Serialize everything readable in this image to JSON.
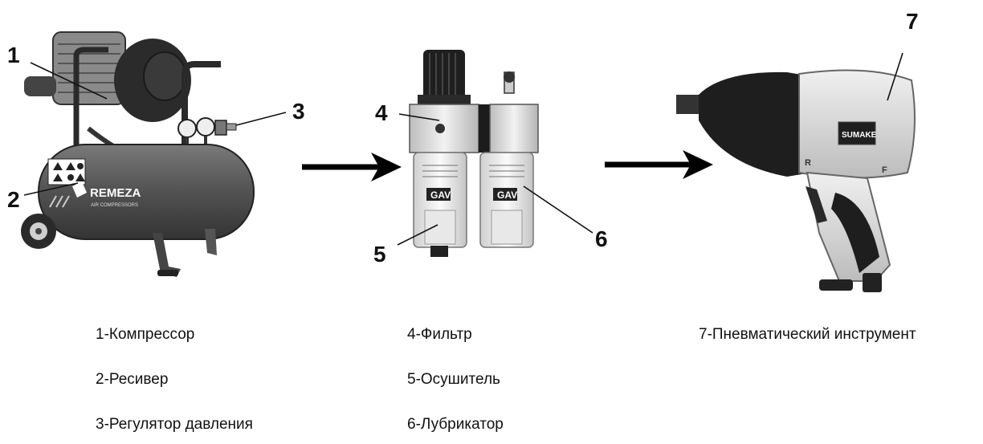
{
  "callouts": [
    "1",
    "2",
    "3",
    "4",
    "5",
    "6",
    "7"
  ],
  "legend": {
    "col1": [
      "1-Компрессор",
      "2-Ресивер",
      "3-Регулятор давления"
    ],
    "col2": [
      "4-Фильтр",
      "5-Осушитель",
      "6-Лубрикатор"
    ],
    "col3": [
      "7-Пневматический инструмент"
    ]
  },
  "device_text": {
    "compressor_brand": "REMEZA",
    "compressor_sub": "AIR COMPRESSORS",
    "wrench_brand": "SUMAKE",
    "wrench_reverse": "R",
    "wrench_forward": "F",
    "frl_brand": "GAV"
  },
  "colors": {
    "ink": "#111111",
    "dark_metal": "#2b2b2b",
    "light_metal": "#d9d9d9"
  }
}
